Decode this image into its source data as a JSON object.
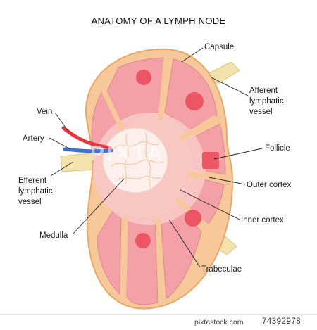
{
  "title": "ANATOMY OF A LYMPH NODE",
  "labels": {
    "capsule": "Capsule",
    "afferent": [
      "Afferent",
      "lymphatic",
      "vessel"
    ],
    "follicle": "Follicle",
    "outer_cortex": "Outer cortex",
    "inner_cortex": "Inner cortex",
    "trabeculae": "Trabeculae",
    "vein": "Vein",
    "artery": "Artery",
    "efferent": [
      "Efferent",
      "lymphatic",
      "vessel"
    ],
    "medulla": "Medulla"
  },
  "watermark": "PIXTA",
  "stock": {
    "brand": "pixtastock.com",
    "id": "74392978"
  },
  "colors": {
    "capsule": "#f7c99a",
    "capsule_edge": "#e8a86a",
    "cortex": "#f3a0a6",
    "inner_cortex": "#f8c8c8",
    "follicle": "#ec5563",
    "medulla": "#fdf0ec",
    "artery": "#e6373f",
    "vein": "#3f6fd1",
    "lymph_vessel": "#f3e2ac",
    "leader": "#222222"
  }
}
